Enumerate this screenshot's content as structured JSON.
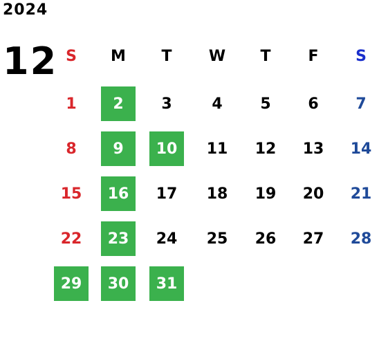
{
  "year": "2024",
  "month": "12",
  "weekdays": [
    "S",
    "M",
    "T",
    "W",
    "T",
    "F",
    "S"
  ],
  "weeks": [
    [
      "",
      "",
      "",
      "",
      "",
      "",
      ""
    ],
    [
      "1",
      "2",
      "3",
      "4",
      "5",
      "6",
      "7"
    ],
    [
      "8",
      "9",
      "10",
      "11",
      "12",
      "13",
      "14"
    ],
    [
      "15",
      "16",
      "17",
      "18",
      "19",
      "20",
      "21"
    ],
    [
      "22",
      "23",
      "24",
      "25",
      "26",
      "27",
      "28"
    ],
    [
      "29",
      "30",
      "31",
      "",
      "",
      "",
      ""
    ]
  ],
  "highlighted_days": [
    "2",
    "9",
    "10",
    "16",
    "23",
    "29",
    "30",
    "31"
  ],
  "colors": {
    "sunday": "#d9262b",
    "saturday": "#1f4a99",
    "highlight": "#3bb14d"
  }
}
